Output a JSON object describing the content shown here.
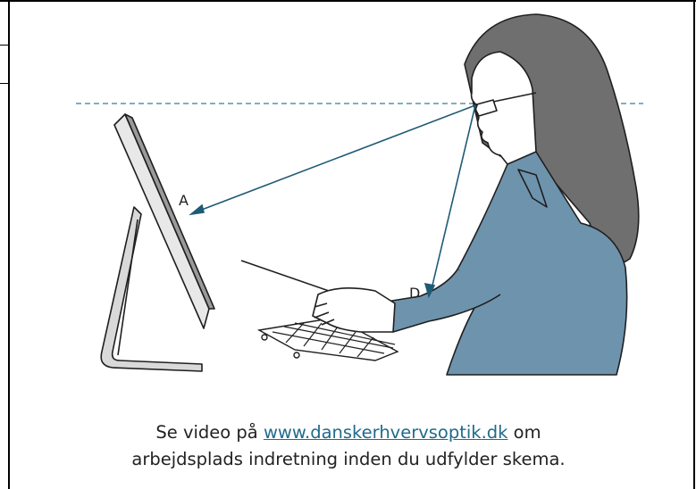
{
  "illustration": {
    "label_a": "A",
    "label_d": "D",
    "colors": {
      "hair": "#6f6f6f",
      "sweater": "#6e93ad",
      "skin": "#ffffff",
      "line": "#1f1f1f",
      "sightline": "#5b8fae",
      "arrow": "#1e5a76"
    }
  },
  "caption": {
    "prefix": "Se video på ",
    "link": "www.danskerhvervsoptik.dk",
    "suffix": " om",
    "line2": "arbejdsplads indretning inden du udfylder skema."
  }
}
